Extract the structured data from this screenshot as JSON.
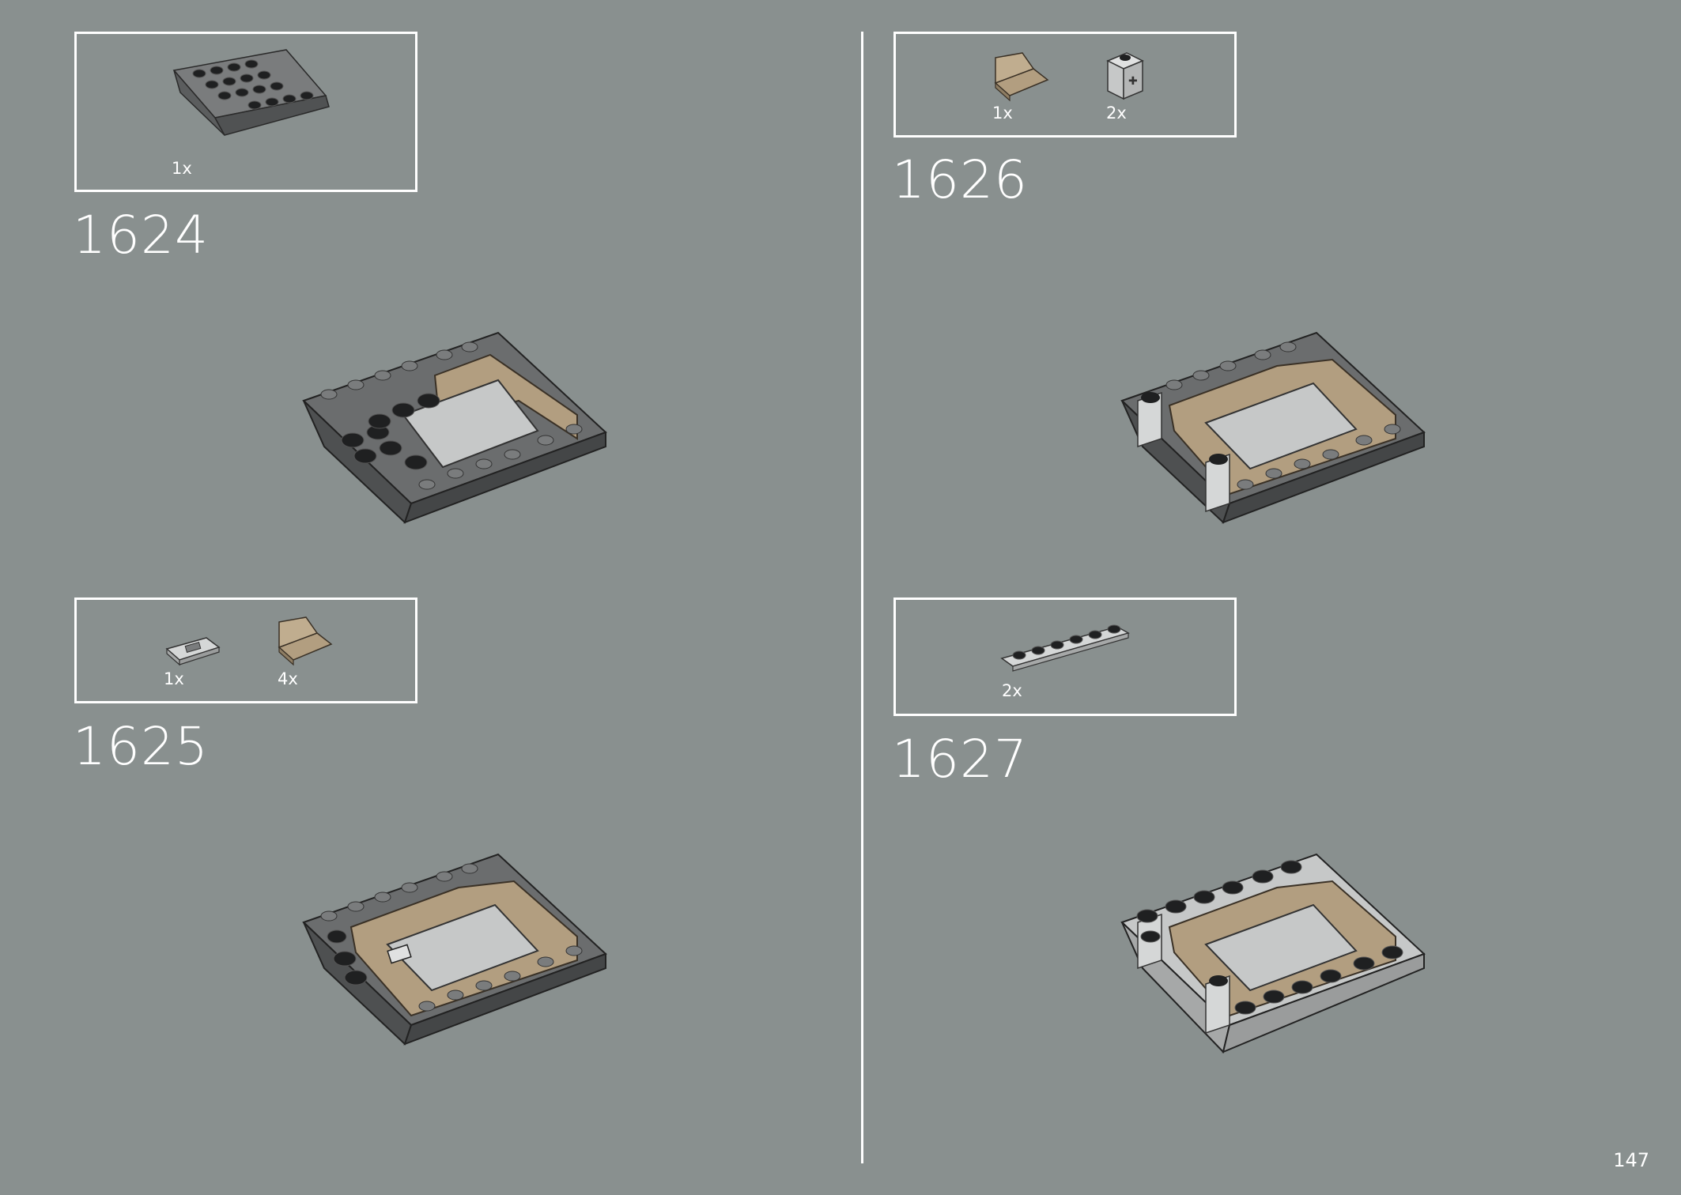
{
  "page_number": "147",
  "steps": [
    {
      "number": "1624",
      "parts": [
        {
          "name": "dark-gray-inverted-slope-plate",
          "qty": "1x"
        }
      ]
    },
    {
      "number": "1625",
      "parts": [
        {
          "name": "light-gray-jumper-plate",
          "qty": "1x"
        },
        {
          "name": "tan-bracket",
          "qty": "4x"
        }
      ]
    },
    {
      "number": "1626",
      "parts": [
        {
          "name": "tan-bracket",
          "qty": "1x"
        },
        {
          "name": "light-gray-brick-with-axle-hole",
          "qty": "2x"
        }
      ]
    },
    {
      "number": "1627",
      "parts": [
        {
          "name": "light-gray-plate-1x6",
          "qty": "2x"
        }
      ]
    }
  ],
  "colors": {
    "background": "#89908f",
    "frame": "#ffffff",
    "dark_gray": "#5b5d5e",
    "black": "#1f2021",
    "tan": "#b29e80",
    "light_gray": "#c6c8c8"
  }
}
